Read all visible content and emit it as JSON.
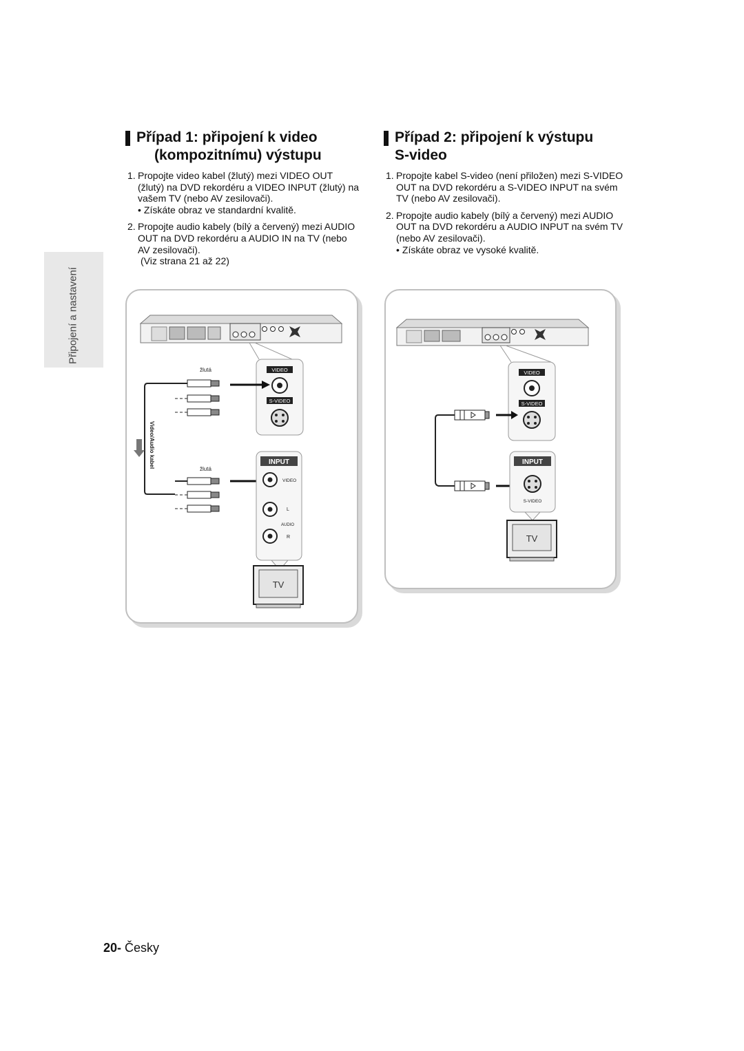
{
  "sidebar": {
    "tab_label": "Připojení a nastavení"
  },
  "case1": {
    "title_line1": "Případ 1: připojení k video",
    "title_line2": "(kompozitnímu) výstupu",
    "step1_num": "1.",
    "step1_text": "Propojte video kabel (žlutý) mezi VIDEO OUT (žlutý) na DVD rekordéru a VIDEO INPUT (žlutý) na vašem TV (nebo AV zesilovači).",
    "step1_bullet": "Získáte obraz ve standardní kvalitě.",
    "step2_num": "2.",
    "step2_text": "Propojte audio kabely (bílý a červený) mezi AUDIO OUT na DVD rekordéru a AUDIO IN na TV (nebo AV zesilovači).",
    "step2_note": "(Viz strana 21 až 22)",
    "diagram": {
      "label_yellow_top": "žlutá",
      "label_yellow_bottom": "žlutá",
      "cable_label": "Video/Audio kabel",
      "panel_video": "VIDEO",
      "panel_svideo": "S-VIDEO",
      "input_header": "INPUT",
      "input_video": "VIDEO",
      "input_l": "L",
      "input_audio": "AUDIO",
      "input_r": "R",
      "tv_label": "TV"
    }
  },
  "case2": {
    "title_line1": "Případ 2: připojení k výstupu",
    "title_line2": "S-video",
    "step1_num": "1.",
    "step1_text": "Propojte kabel S-video (není přiložen) mezi S-VIDEO OUT na DVD rekordéru a S-VIDEO INPUT na svém TV (nebo AV zesilovači).",
    "step2_num": "2.",
    "step2_text": "Propojte audio kabely (bílý a červený) mezi AUDIO OUT na DVD rekordéru a AUDIO INPUT na svém TV (nebo AV zesilovači).",
    "step2_bullet": "Získáte obraz ve vysoké kvalitě.",
    "diagram": {
      "panel_video": "VIDEO",
      "panel_svideo": "S-VIDEO",
      "input_header": "INPUT",
      "input_svideo": "S-VIDEO",
      "tv_label": "TV"
    }
  },
  "footer": {
    "page_number": "20-",
    "language": "Česky"
  }
}
